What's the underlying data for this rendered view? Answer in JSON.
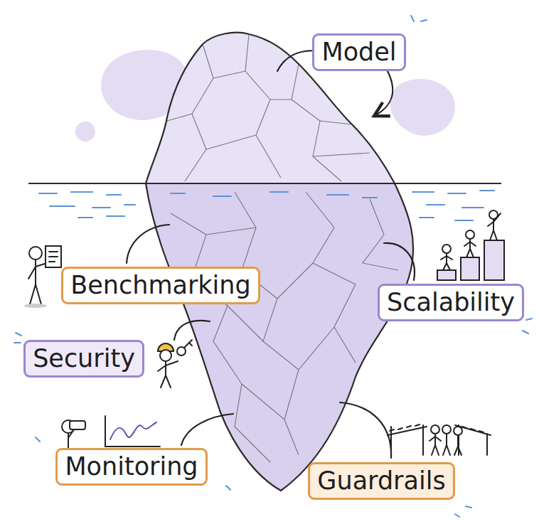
{
  "diagram": {
    "nodes": [
      {
        "text": [
          "Model"
        ]
      },
      {
        "text": [
          "Benchmarking"
        ]
      },
      {
        "text": [
          "Scalability"
        ]
      },
      {
        "text": [
          "Security"
        ]
      },
      {
        "text": [
          "Monitoring"
        ]
      },
      {
        "text": [
          "Guardrails"
        ]
      }
    ]
  }
}
